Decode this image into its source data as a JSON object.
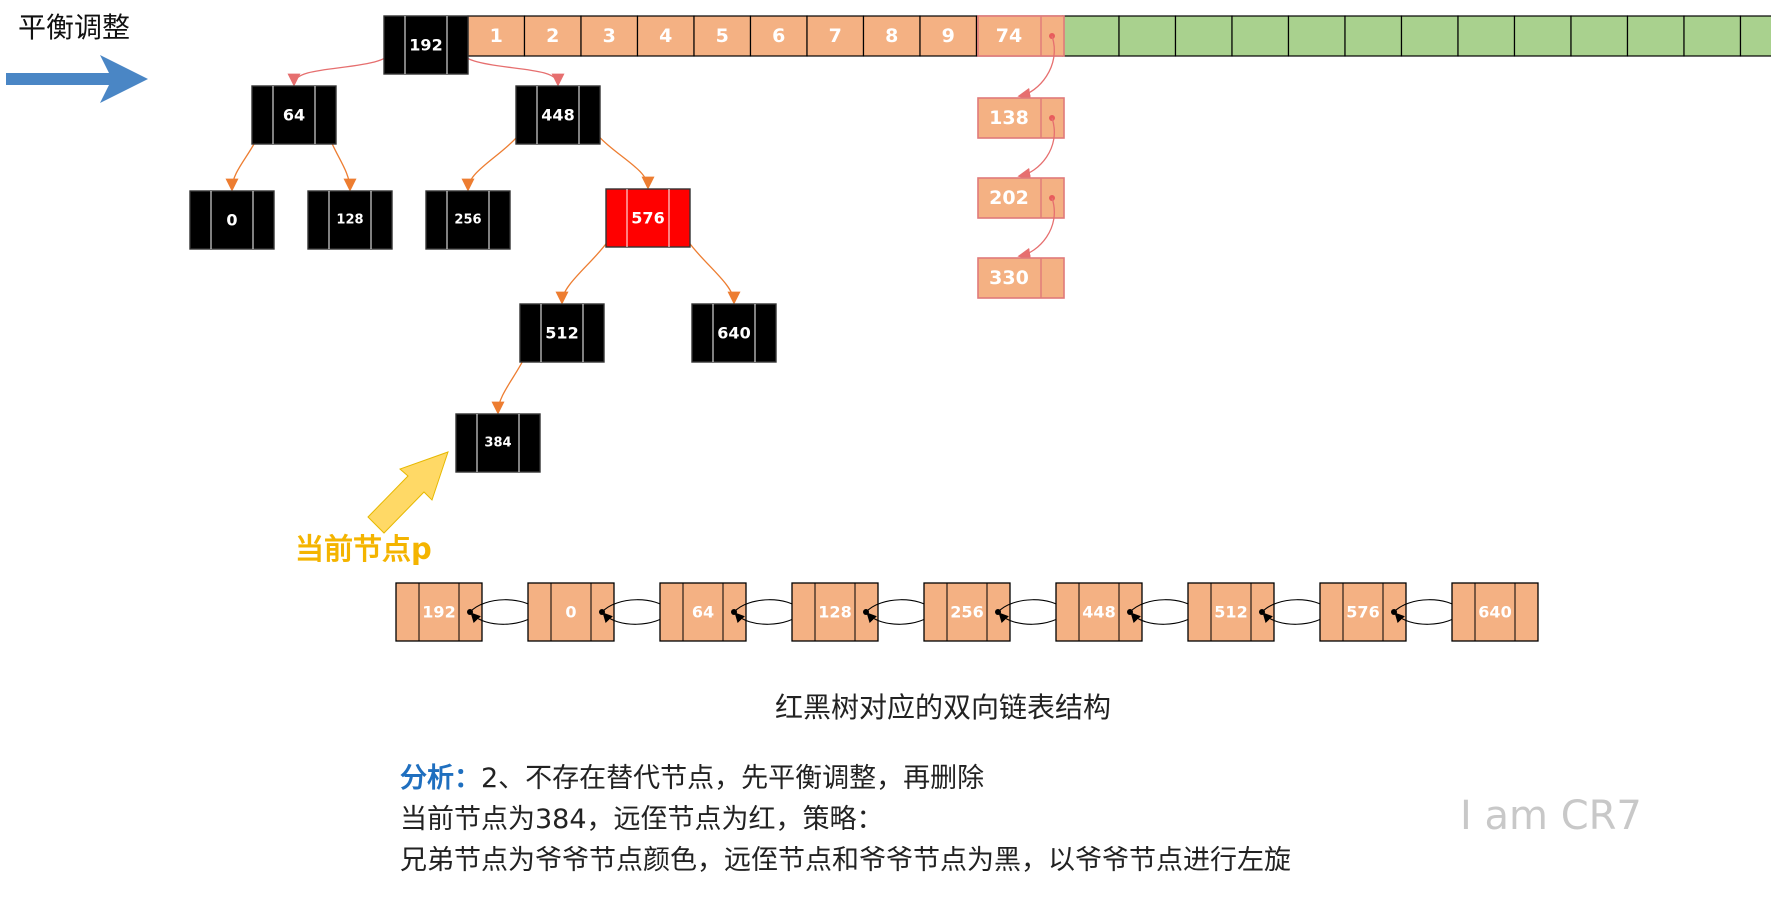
{
  "title": "平衡调整",
  "current_node_label": "当前节点p",
  "caption": "红黑树对应的双向链表结构",
  "analysis": {
    "label": "分析：",
    "line1": "2、不存在替代节点，先平衡调整，再删除",
    "line2": "当前节点为384，远侄节点为红，策略：",
    "line3": "兄弟节点为爷爷节点颜色，远侄节点和爷爷节点为黑，以爷爷节点进行左旋"
  },
  "watermark": "I am CR7",
  "array_cells": [
    "1",
    "2",
    "3",
    "4",
    "5",
    "6",
    "7",
    "8",
    "9"
  ],
  "array_head_value": "74",
  "bucket_chain": [
    "138",
    "202",
    "330"
  ],
  "tree_nodes": [
    {
      "id": "n192",
      "value": "192",
      "color": "black"
    },
    {
      "id": "n64",
      "value": "64",
      "color": "black"
    },
    {
      "id": "n448",
      "value": "448",
      "color": "black"
    },
    {
      "id": "n0",
      "value": "0",
      "color": "black"
    },
    {
      "id": "n128",
      "value": "128",
      "color": "black"
    },
    {
      "id": "n256",
      "value": "256",
      "color": "black"
    },
    {
      "id": "n576",
      "value": "576",
      "color": "red"
    },
    {
      "id": "n512",
      "value": "512",
      "color": "black"
    },
    {
      "id": "n640",
      "value": "640",
      "color": "black"
    },
    {
      "id": "n384",
      "value": "384",
      "color": "black"
    }
  ],
  "tree_edges": [
    [
      "n192",
      "n64"
    ],
    [
      "n192",
      "n448"
    ],
    [
      "n64",
      "n0"
    ],
    [
      "n64",
      "n128"
    ],
    [
      "n448",
      "n256"
    ],
    [
      "n448",
      "n576"
    ],
    [
      "n576",
      "n512"
    ],
    [
      "n576",
      "n640"
    ],
    [
      "n512",
      "n384"
    ]
  ],
  "linked_list": [
    "192",
    "0",
    "64",
    "128",
    "256",
    "448",
    "512",
    "576",
    "640"
  ],
  "colors": {
    "salmon": "#f4b183",
    "salmon_border": "#e07a7a",
    "green": "#a9d18e",
    "black_node": "#000000",
    "red_node": "#ff0000",
    "orange_edge": "#ed7d31",
    "pink_edge": "#e66f6f",
    "blue_arrow": "#4a86c5",
    "yellow_arrow": "#ffd966"
  }
}
